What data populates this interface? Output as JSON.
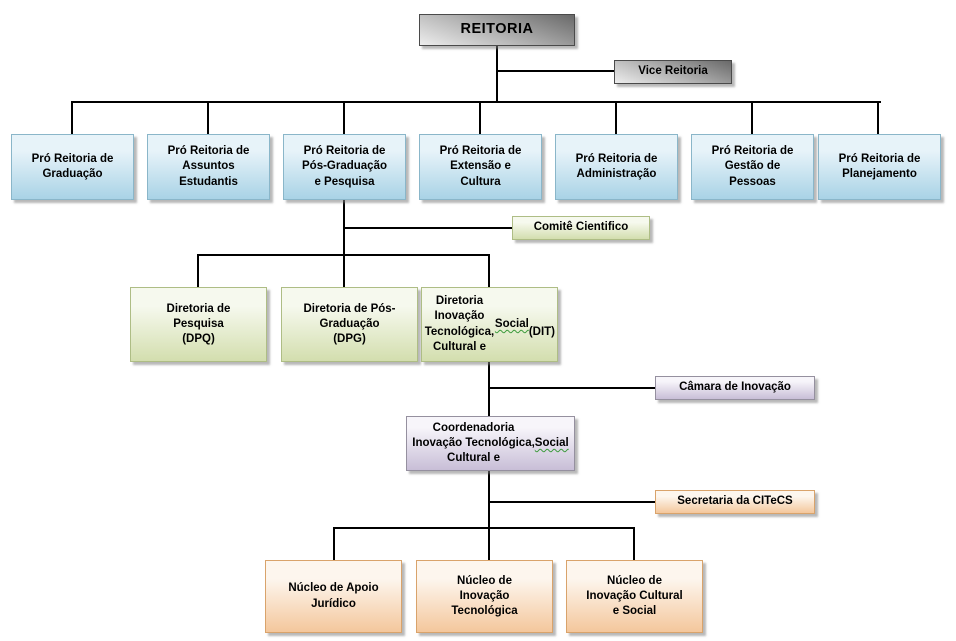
{
  "palette": {
    "line": "#000000",
    "wavy_underline": "#3a9a3a",
    "gray_top": "#696969",
    "gray_mid": "#b4b4b4",
    "gray_bottom": "#ededed",
    "gray_border": "#4a4a4a",
    "blue_top": "#e7f3f9",
    "blue_bottom": "#a9d3e6",
    "blue_border": "#8ab6c9",
    "green_top": "#f6f9ee",
    "green_bottom": "#d3deae",
    "green_border": "#aebd85",
    "purple_top": "#f7f5fa",
    "purple_bottom": "#c8bed7",
    "purple_border": "#95909f",
    "orange_top": "#fdf6ee",
    "orange_bottom": "#f4c79c",
    "orange_border": "#d9a36b"
  },
  "nodes": {
    "reitoria": {
      "label": "REITORIA"
    },
    "vice_reitoria": {
      "label": "Vice Reitoria"
    },
    "pro_reitorias": [
      {
        "lines": [
          "Pró Reitoria de",
          "Graduação"
        ]
      },
      {
        "lines": [
          "Pró Reitoria de",
          "Assuntos",
          "Estudantis"
        ]
      },
      {
        "lines": [
          "Pró Reitoria de",
          "Pós-Graduação",
          "e Pesquisa"
        ]
      },
      {
        "lines": [
          "Pró Reitoria de",
          "Extensão e",
          "Cultura"
        ]
      },
      {
        "lines": [
          "Pró Reitoria de",
          "Administração"
        ]
      },
      {
        "lines": [
          "Pró Reitoria de",
          "Gestão de",
          "Pessoas"
        ]
      },
      {
        "lines": [
          "Pró Reitoria de",
          "Planejamento"
        ]
      }
    ],
    "comite_cientifico": {
      "label": "Comitê Cientifico"
    },
    "diretorias": [
      {
        "lines": [
          "Diretoria de",
          "Pesquisa",
          "(DPQ)"
        ]
      },
      {
        "lines": [
          "Diretoria de Pós-",
          "Graduação",
          "(DPG)"
        ]
      },
      {
        "lines": [
          "Diretoria Inovação",
          "Tecnológica,",
          "Cultural e Social",
          "(DIT)"
        ],
        "wavy": "Social"
      }
    ],
    "camara_inovacao": {
      "label": "Câmara de Inovação"
    },
    "coordenadoria": {
      "lines": [
        "Coordenadoria",
        "Inovação Tecnológica,",
        "Cultural e Social"
      ],
      "wavy": "Social"
    },
    "secretaria_citecs": {
      "label": "Secretaria da CITeCS"
    },
    "nucleos": [
      {
        "lines": [
          "Núcleo de Apoio",
          "Jurídico"
        ]
      },
      {
        "lines": [
          "Núcleo de",
          "Inovação",
          "Tecnológica"
        ]
      },
      {
        "lines": [
          "Núcleo de",
          "Inovação Cultural",
          "e Social"
        ]
      }
    ]
  }
}
